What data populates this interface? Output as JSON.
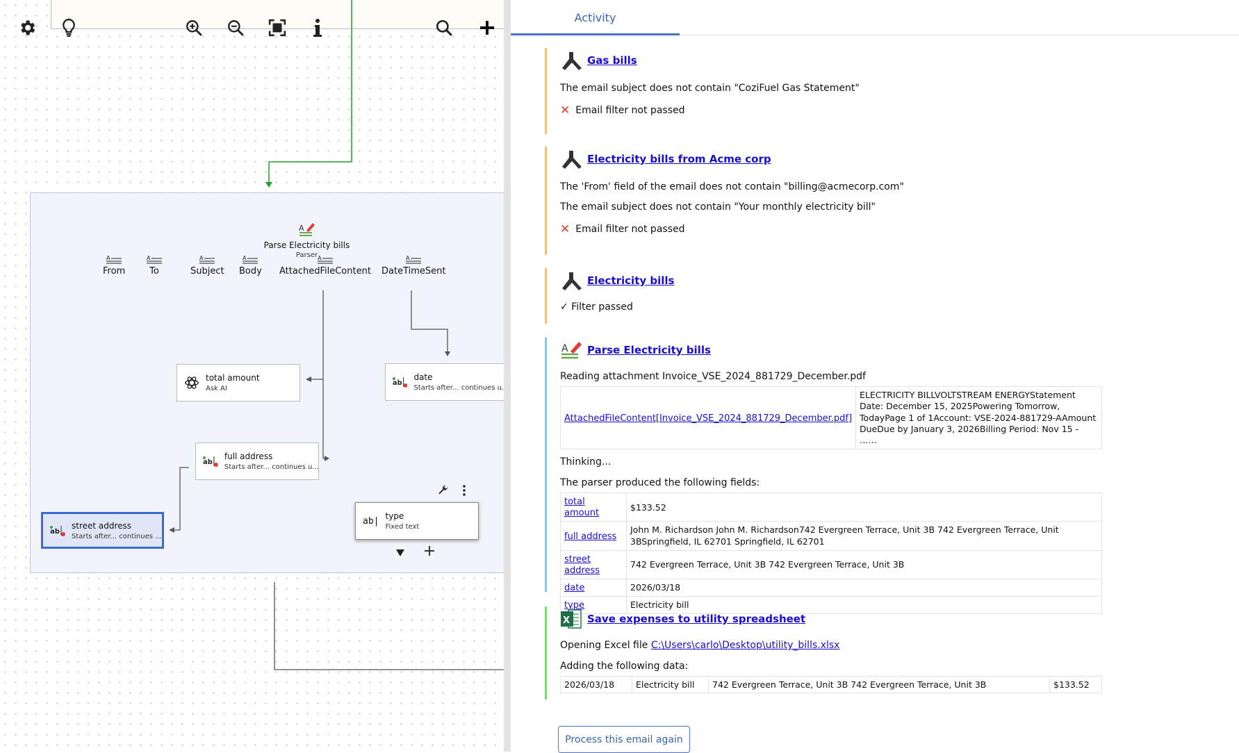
{
  "toolbar": {
    "icons": [
      "gear-icon",
      "lightbulb-icon",
      "zoom-in-icon",
      "zoom-out-icon",
      "fit-screen-icon",
      "info-icon",
      "search-icon",
      "add-icon"
    ]
  },
  "parser": {
    "title": "Parse Electricity bills",
    "subtitle": "Parser",
    "fields": [
      "From",
      "To",
      "Subject",
      "Body",
      "AttachedFileContent",
      "DateTimeSent"
    ]
  },
  "nodes": {
    "total_amount": {
      "title": "total amount",
      "subtitle": "Ask AI"
    },
    "date": {
      "title": "date",
      "subtitle": "Starts after... continues u..."
    },
    "full_address": {
      "title": "full address",
      "subtitle": "Starts after... continues u..."
    },
    "street_address": {
      "title": "street address",
      "subtitle": "Starts after... continues ..."
    },
    "type": {
      "title": "type",
      "subtitle": "Fixed text",
      "icon_text": "ab|"
    }
  },
  "panel": {
    "tab": "Activity",
    "gas": {
      "title": "Gas bills",
      "line1": "The email subject does not contain \"CoziFuel Gas Statement\"",
      "status": "Email filter not passed"
    },
    "acme": {
      "title": "Electricity bills from Acme corp",
      "line1": "The 'From' field of the email does not contain \"billing@acmecorp.com\"",
      "line2": "The email subject does not contain \"Your monthly electricity bill\"",
      "status": "Email filter not passed"
    },
    "elec": {
      "title": "Electricity bills",
      "status": "✓ Filter passed"
    },
    "parse": {
      "title": "Parse Electricity bills",
      "reading": "Reading attachment Invoice_VSE_2024_881729_December.pdf",
      "attach_link": "AttachedFileContent[Invoice_VSE_2024_881729_December.pdf]",
      "attach_text": "ELECTRICITY BILLVOLTSTREAM ENERGYStatement Date: December 15, 2025Powering Tomorrow, TodayPage 1 of 1Account: VSE-2024-881729-AAmount DueDue by January 3, 2026Billing Period: Nov 15 -  ……",
      "thinking": "Thinking...",
      "produced": "The parser produced the following fields:",
      "fields": [
        {
          "name": "total amount",
          "value": "$133.52"
        },
        {
          "name": "full address",
          "value": "John M. Richardson John M. Richardson742 Evergreen Terrace, Unit 3B 742 Evergreen Terrace, Unit 3BSpringfield, IL 62701 Springfield, IL 62701"
        },
        {
          "name": "street address",
          "value": "742 Evergreen Terrace, Unit 3B 742 Evergreen Terrace, Unit 3B"
        },
        {
          "name": "date",
          "value": "2026/03/18"
        },
        {
          "name": "type",
          "value": "Electricity bill"
        }
      ]
    },
    "excel": {
      "title": "Save expenses to utility spreadsheet",
      "opening": "Opening Excel file",
      "file_link": "C:\\Users\\carlo\\Desktop\\utility_bills.xlsx",
      "adding": "Adding the following data:",
      "row": [
        "2026/03/18",
        "Electricity bill",
        "742 Evergreen Terrace, Unit 3B 742 Evergreen Terrace, Unit 3B",
        "$133.52"
      ]
    },
    "reprocess_label": "Process this email again"
  }
}
